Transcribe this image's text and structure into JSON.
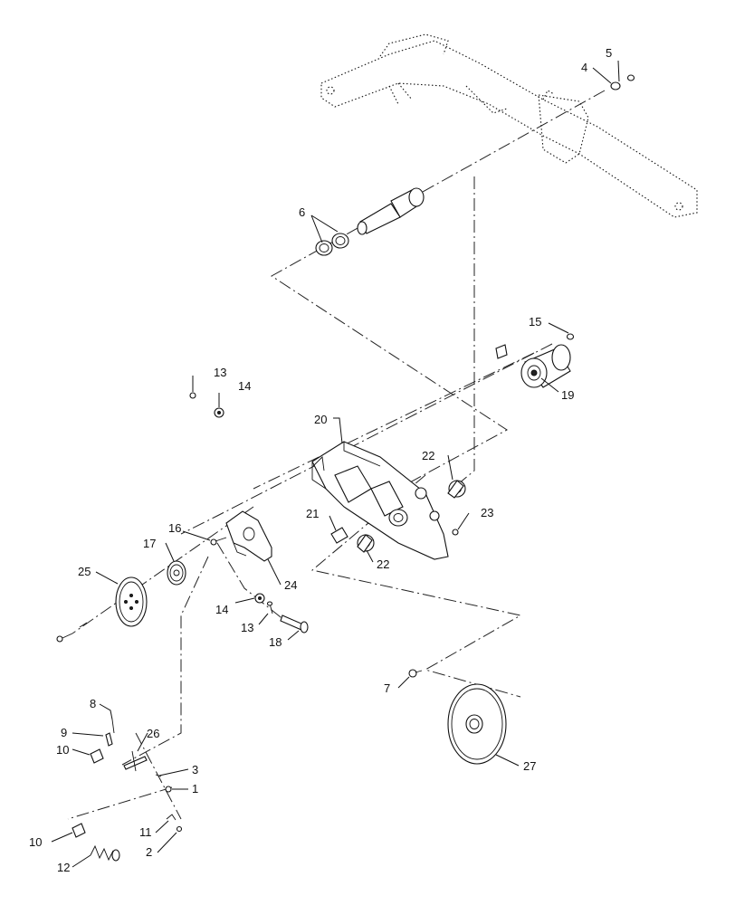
{
  "callouts": {
    "c1": "1",
    "c2": "2",
    "c3": "3",
    "c4": "4",
    "c5": "5",
    "c6": "6",
    "c7": "7",
    "c8": "8",
    "c9": "9",
    "c10a": "10",
    "c10b": "10",
    "c11": "11",
    "c12": "12",
    "c13a": "13",
    "c13b": "13",
    "c14a": "14",
    "c14b": "14",
    "c15": "15",
    "c16": "16",
    "c17": "17",
    "c18": "18",
    "c19": "19",
    "c20": "20",
    "c21": "21",
    "c22a": "22",
    "c22b": "22",
    "c23": "23",
    "c24": "24",
    "c25": "25",
    "c26": "26",
    "c27": "27"
  }
}
